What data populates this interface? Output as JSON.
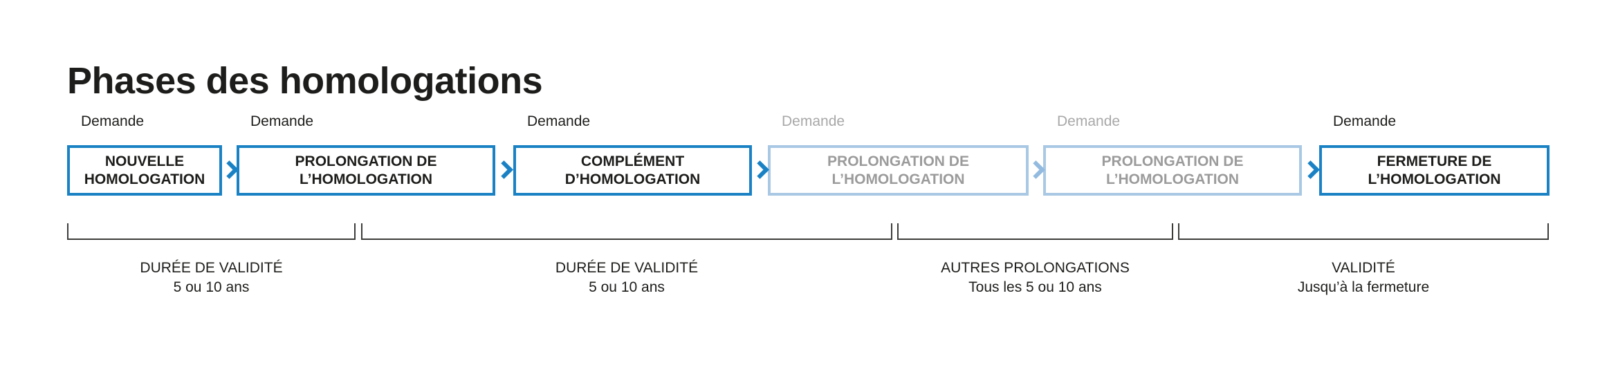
{
  "title": "Phases des homologations",
  "icons": {
    "flow_arrow": "chevron-right"
  },
  "colors": {
    "accent_blue": "#1a82c4",
    "inactive_border_blue": "#a9c8e4",
    "inactive_arrow_blue": "#93bbdf",
    "text_dark": "#1d1d1b",
    "inactive_text_gray": "#9b9b9b",
    "inactive_demande_gray": "#a8a8a8",
    "bracket_line": "#3c3c3b"
  },
  "phases": [
    {
      "request_label": "Demande",
      "line1": "NOUVELLE",
      "line2": "HOMOLOGATION",
      "state": "active"
    },
    {
      "request_label": "Demande",
      "line1": "PROLONGATION DE",
      "line2": "L’HOMOLOGATION",
      "state": "active"
    },
    {
      "request_label": "Demande",
      "line1": "COMPLÉMENT",
      "line2": "D’HOMOLOGATION",
      "state": "active"
    },
    {
      "request_label": "Demande",
      "line1": "PROLONGATION DE",
      "line2": "L’HOMOLOGATION",
      "state": "inactive"
    },
    {
      "request_label": "Demande",
      "line1": "PROLONGATION DE",
      "line2": "L’HOMOLOGATION",
      "state": "inactive"
    },
    {
      "request_label": "Demande",
      "line1": "FERMETURE DE",
      "line2": "L’HOMOLOGATION",
      "state": "active"
    }
  ],
  "brackets": [
    {
      "line1": "DURÉE DE VALIDITÉ",
      "line2": "5 ou 10 ans"
    },
    {
      "line1": "DURÉE DE VALIDITÉ",
      "line2": "5 ou 10 ans"
    },
    {
      "line1": "AUTRES PROLONGATIONS",
      "line2": "Tous les 5 ou 10 ans"
    },
    {
      "line1": "VALIDITÉ",
      "line2": "Jusqu’à la fermeture"
    }
  ]
}
